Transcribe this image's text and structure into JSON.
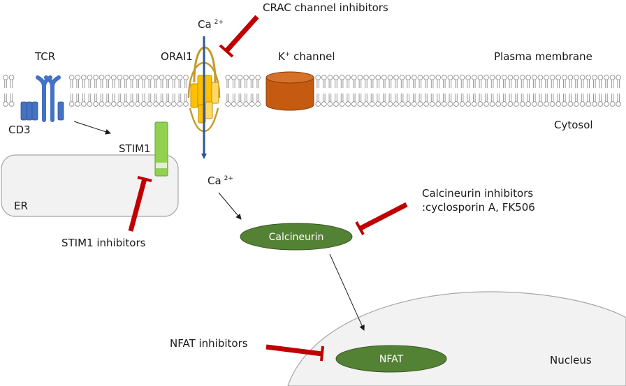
{
  "labels": {
    "crac_inhibitors": "CRAC channel inhibitors",
    "ca_top": "Ca",
    "ca_top_sup": "2+",
    "tcr": "TCR",
    "orai1": "ORAI1",
    "k_channel_base": "K",
    "k_channel_sup": "+",
    "k_channel_rest": " channel",
    "plasma_membrane": "Plasma membrane",
    "cd3": "CD3",
    "cytosol": "Cytosol",
    "stim1": "STIM1",
    "ca_bottom": "Ca",
    "ca_bottom_sup": "2+",
    "er": "ER",
    "calcineurin_inhibitors_line1": "Calcineurin inhibitors",
    "calcineurin_inhibitors_line2": ":cyclosporin A, FK506",
    "calcineurin": "Calcineurin",
    "stim1_inhibitors": "STIM1 inhibitors",
    "nfat_inhibitors": "NFAT inhibitors",
    "nfat": "NFAT",
    "nucleus": "Nucleus"
  },
  "colors": {
    "membrane": "#9a9a9a",
    "inhibitor": "#c00000",
    "tcr_blue": "#4472c4",
    "orai_yellow": "#ffc000",
    "orai_wire": "#c49a2c",
    "k_channel": "#c55a11",
    "stim1_green": "#92d050",
    "ellipse_green": "#548235",
    "organelle_fill": "#f2f2f2",
    "organelle_stroke": "#a6a6a6"
  }
}
